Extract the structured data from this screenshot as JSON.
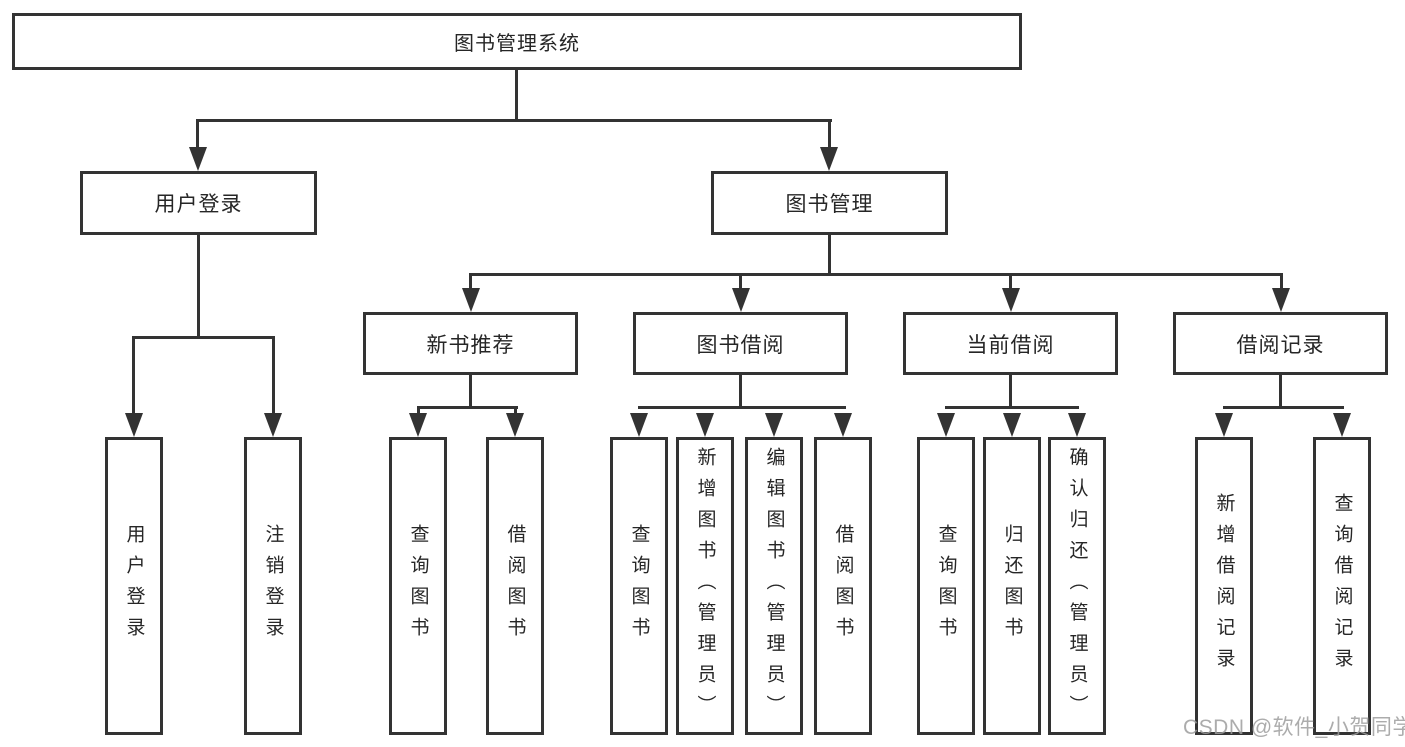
{
  "tree": {
    "root": {
      "label": "图书管理系统",
      "children": [
        {
          "label": "用户登录",
          "children": [
            {
              "label": "用户登录"
            },
            {
              "label": "注销登录"
            }
          ]
        },
        {
          "label": "图书管理",
          "children": [
            {
              "label": "新书推荐",
              "children": [
                {
                  "label": "查询图书"
                },
                {
                  "label": "借阅图书"
                }
              ]
            },
            {
              "label": "图书借阅",
              "children": [
                {
                  "label": "查询图书"
                },
                {
                  "label": "新增图书（管理员）"
                },
                {
                  "label": "编辑图书（管理员）"
                },
                {
                  "label": "借阅图书"
                }
              ]
            },
            {
              "label": "当前借阅",
              "children": [
                {
                  "label": "查询图书"
                },
                {
                  "label": "归还图书"
                },
                {
                  "label": "确认归还（管理员）"
                }
              ]
            },
            {
              "label": "借阅记录",
              "children": [
                {
                  "label": "新增借阅记录"
                },
                {
                  "label": "查询借阅记录"
                }
              ]
            }
          ]
        }
      ]
    }
  },
  "watermark": {
    "text": "CSDN @软件_小贺同学"
  },
  "colors": {
    "line": "#333333",
    "text": "#262626",
    "background": "#ffffff",
    "watermark": "#9e9e9e"
  }
}
